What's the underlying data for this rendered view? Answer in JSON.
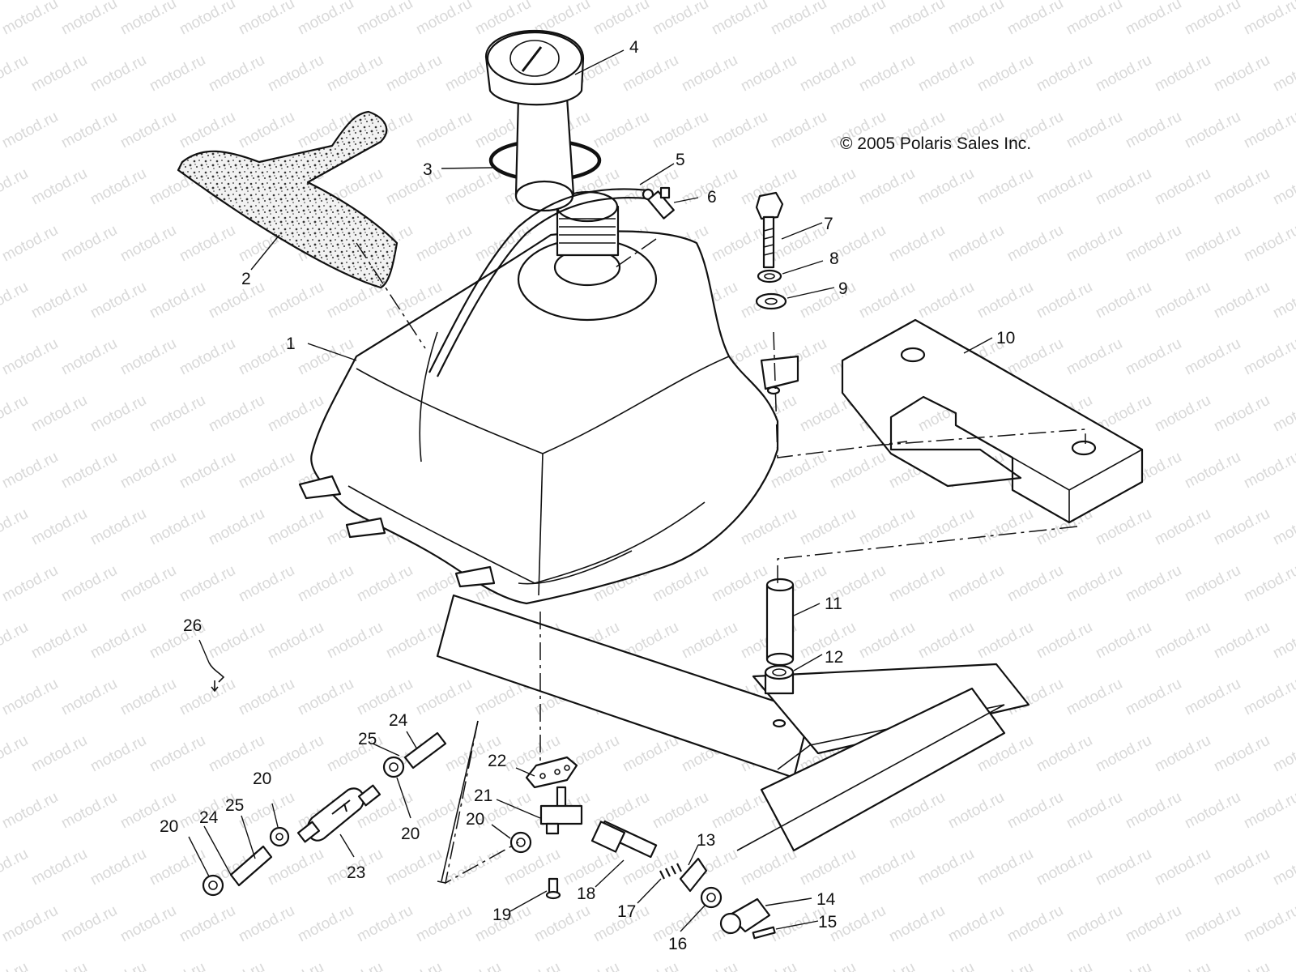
{
  "diagram": {
    "copyright": "© 2005 Polaris Sales Inc.",
    "watermark": "motod.ru",
    "callouts": [
      "1",
      "2",
      "3",
      "4",
      "5",
      "6",
      "7",
      "8",
      "9",
      "10",
      "11",
      "12",
      "13",
      "14",
      "15",
      "16",
      "17",
      "18",
      "19",
      "20",
      "20",
      "20",
      "20",
      "21",
      "22",
      "23",
      "24",
      "24",
      "25",
      "25",
      "26"
    ]
  }
}
